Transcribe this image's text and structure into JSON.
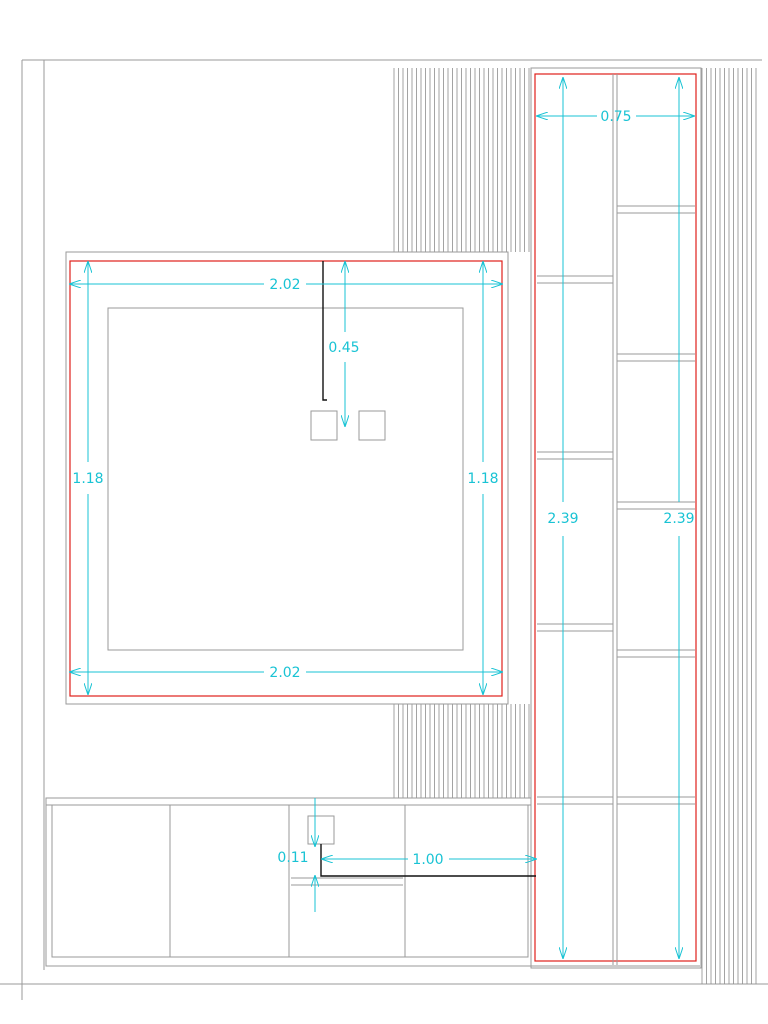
{
  "colors": {
    "dimension": "#19c3d4",
    "outline": "#9a9a9a",
    "highlight": "#e0201a",
    "cable": "#111111",
    "background": "#ffffff"
  },
  "dimensions": {
    "panel_width_top": "2.02",
    "panel_width_bottom": "2.02",
    "panel_height_left": "1.18",
    "panel_height_right": "1.18",
    "outlet_drop": "0.45",
    "cabinet_width": "0.75",
    "cabinet_height_left": "2.39",
    "cabinet_height_right": "2.39",
    "socket_height": "0.11",
    "run_length": "1.00"
  }
}
